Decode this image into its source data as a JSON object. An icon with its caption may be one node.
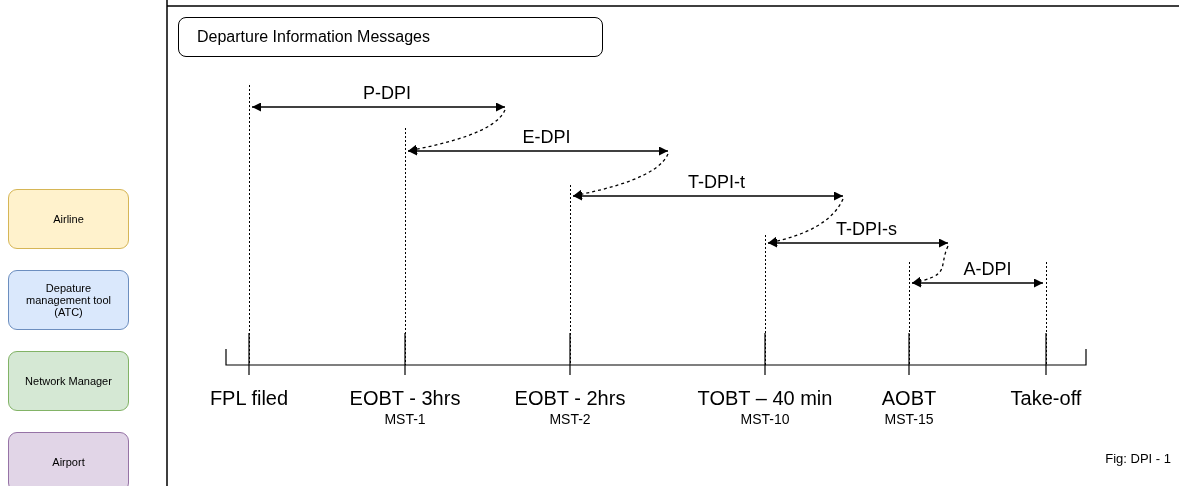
{
  "diagram": {
    "caption": "Fig: DPI - 1",
    "nodes": [
      {
        "text": [
          "Airline"
        ]
      },
      {
        "text": [
          "Depature management tool (ATC)"
        ]
      },
      {
        "text": [
          "Network Manager"
        ]
      },
      {
        "text": [
          "Airport"
        ]
      },
      {
        "text": [
          "Departure Information Messages"
        ]
      },
      {
        "text": [
          "FPL filed"
        ]
      },
      {
        "text": [
          "EOBT - 3hrs",
          "MST-1"
        ]
      },
      {
        "text": [
          "EOBT - 2hrs",
          "MST-2"
        ]
      },
      {
        "text": [
          "TOBT – 40 min",
          "MST-10"
        ]
      },
      {
        "text": [
          "AOBT",
          "MST-15"
        ]
      },
      {
        "text": [
          "Take-off"
        ]
      }
    ],
    "edges": [
      {
        "from": 5,
        "to": null,
        "arrow": "both",
        "label": "P-DPI"
      },
      {
        "from": null,
        "to": 6,
        "arrow": "to",
        "style": "dashed"
      },
      {
        "from": 6,
        "to": null,
        "arrow": "both",
        "label": "E-DPI"
      },
      {
        "from": null,
        "to": 7,
        "arrow": "to",
        "style": "dashed"
      },
      {
        "from": 7,
        "to": null,
        "arrow": "both",
        "label": "T-DPI-t"
      },
      {
        "from": null,
        "to": 8,
        "arrow": "to",
        "style": "dashed"
      },
      {
        "from": 8,
        "to": null,
        "arrow": "both",
        "label": "T-DPI-s"
      },
      {
        "from": null,
        "to": 9,
        "arrow": "to",
        "style": "dashed"
      },
      {
        "from": 9,
        "to": 10,
        "arrow": "both",
        "label": "A-DPI"
      }
    ]
  }
}
